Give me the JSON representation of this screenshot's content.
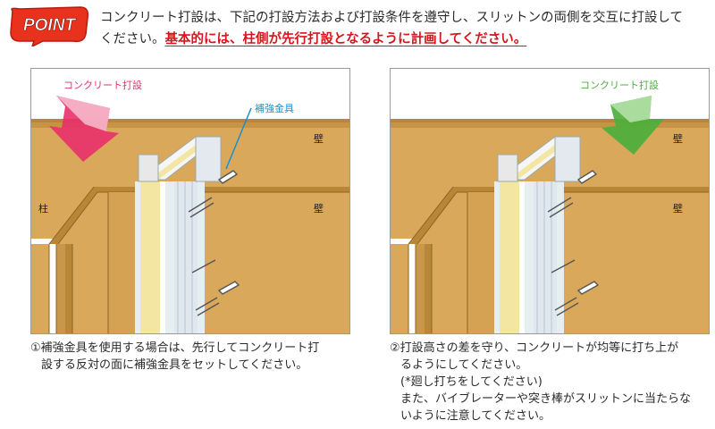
{
  "badge": {
    "text": "POINT"
  },
  "header": {
    "line1": "コンクリート打設は、下記の打設方法および打設条件を遵守し、スリットンの両側を交互に打設して",
    "line2_plain": "ください。",
    "line2_emphasis": "基本的には、柱側が先行打設となるように計画してください。"
  },
  "panel_left": {
    "arrow_label": "コンクリート打設",
    "callout_label": "補強金具",
    "wall_label_upper": "壁",
    "wall_label_lower": "壁",
    "column_label": "柱"
  },
  "panel_right": {
    "arrow_label": "コンクリート打設",
    "wall_label_upper": "壁",
    "wall_label_lower": "壁"
  },
  "captions": {
    "left": [
      "①補強金具を使用する場合は、先行してコンクリート打",
      "設する反対の面に補強金具をセットしてください。"
    ],
    "right": [
      "②打設高さの差を守り、コンクリートが均等に打ち上が",
      "るようにしてください。",
      "(*廻し打ちをしてください)",
      "また、バイブレーターや突き棒がスリットンに当たらな",
      "いように注意してください。"
    ]
  },
  "colors": {
    "wall": "#d9a85a",
    "wall_dark": "#b98636",
    "arrow_pink": "#e8306a",
    "arrow_green": "#4caf3c",
    "callout": "#1a8fd0",
    "emphasis": "#d8141c",
    "badge": "#e8321e"
  }
}
